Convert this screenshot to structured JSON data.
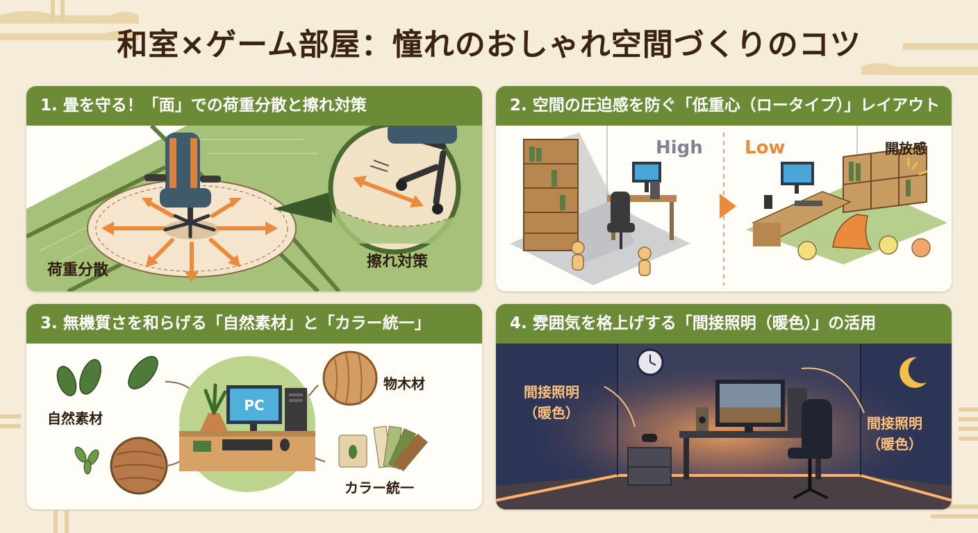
{
  "title": "和室×ゲーム部屋：憧れのおしゃれ空間づくりのコツ",
  "colors": {
    "background": "#f5ecd9",
    "header_green": "#6b8b37",
    "accent_orange": "#e98a3c",
    "title_brown": "#3a2310",
    "night_wall": "#2d3556"
  },
  "panels": [
    {
      "heading": "1. 畳を守る！「面」での荷重分散と擦れ対策",
      "labels": {
        "load": "荷重分散",
        "friction": "擦れ対策"
      }
    },
    {
      "heading": "2. 空間の圧迫感を防ぐ「低重心（ロータイプ）」レイアウト",
      "labels": {
        "high": "High",
        "low": "Low",
        "open": "開放感"
      }
    },
    {
      "heading": "3. 無機質さを和らげる「自然素材」と「カラー統一」",
      "labels": {
        "natural": "自然素材",
        "wood": "物木材",
        "pc": "PC",
        "color": "カラー統一"
      }
    },
    {
      "heading": "4. 雰囲気を格上げする「間接照明（暖色）」の活用",
      "labels": {
        "light_left_1": "間接照明",
        "light_left_2": "（暖色）",
        "light_right_1": "間接照明",
        "light_right_2": "（暖色）"
      }
    }
  ]
}
